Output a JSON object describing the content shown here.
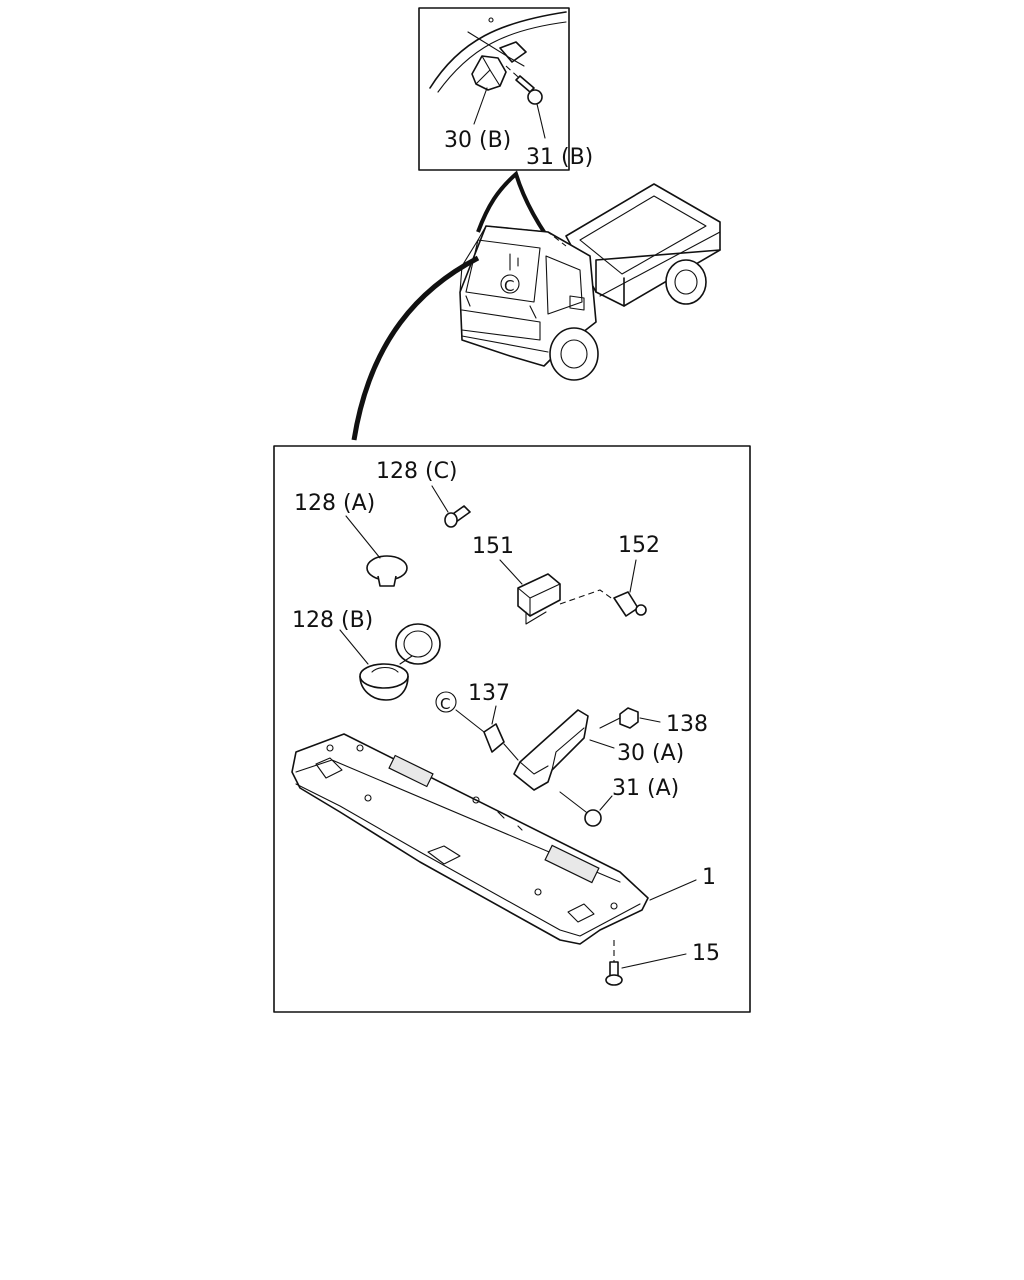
{
  "callouts": {
    "p30b": "30 (B)",
    "p31b": "31 (B)",
    "p128c": "128 (C)",
    "p128a": "128 (A)",
    "p128b": "128 (B)",
    "p151": "151",
    "p152": "152",
    "p137": "137",
    "p138": "138",
    "p30a": "30 (A)",
    "p31a": "31 (A)",
    "p1": "1",
    "p15": "15",
    "circleC": "C"
  }
}
